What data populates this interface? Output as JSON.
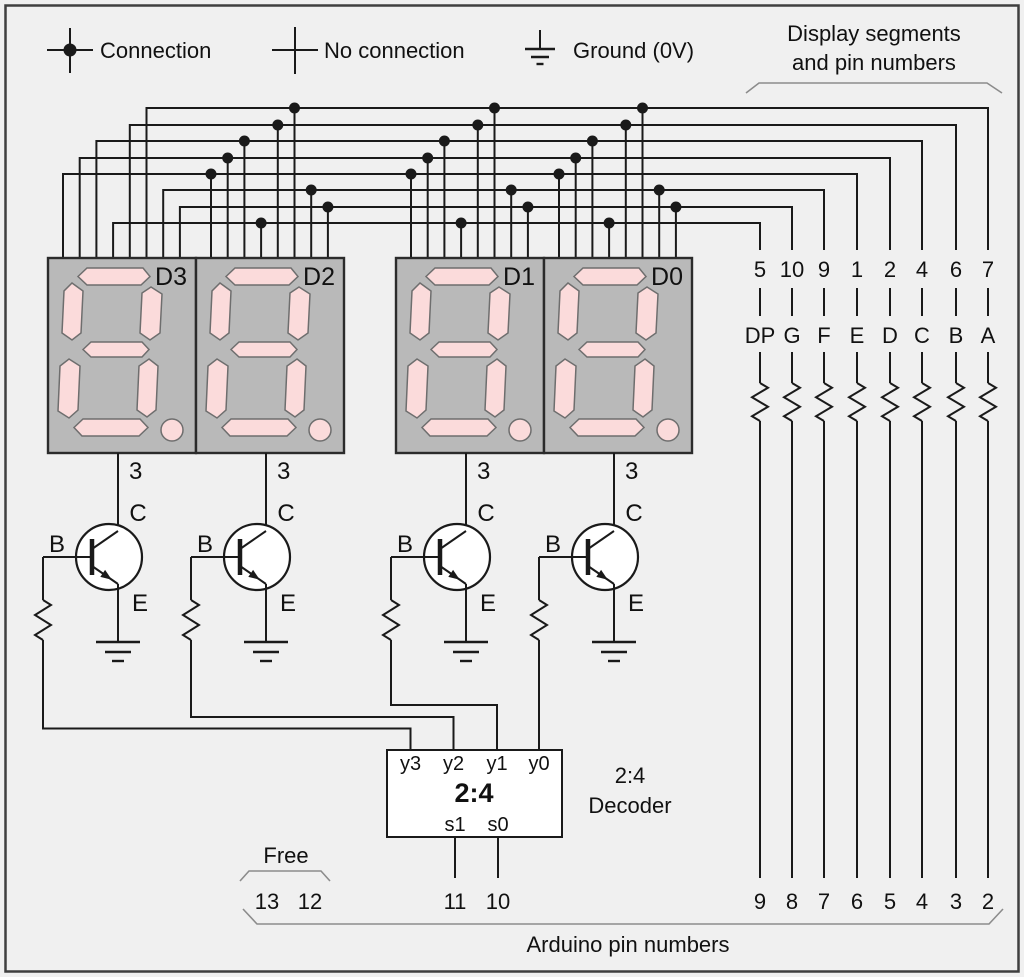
{
  "colors": {
    "background": "#f0f0f0",
    "frame": "#3f3f3f",
    "wire": "#1a1a1a",
    "bracket": "#8c8c8c",
    "display_body": "#b9b9b9",
    "display_border": "#2b2b2b",
    "segment_fill": "#fbdbdb",
    "segment_border": "#6e6e6e",
    "decoder_fill": "#ffffff",
    "transistor_fill": "#ffffff"
  },
  "legend": {
    "connection": "Connection",
    "no_connection": "No connection",
    "ground": "Ground (0V)"
  },
  "top_right_label": {
    "line1": "Display segments",
    "line2": "and pin numbers"
  },
  "displays": {
    "labels": [
      "D3",
      "D2",
      "D1",
      "D0"
    ],
    "common_pin": "3"
  },
  "transistor": {
    "base": "B",
    "collector": "C",
    "emitter": "E"
  },
  "segment_columns": {
    "display_pins": [
      "5",
      "10",
      "9",
      "1",
      "2",
      "4",
      "6",
      "7"
    ],
    "segments": [
      "DP",
      "G",
      "F",
      "E",
      "D",
      "C",
      "B",
      "A"
    ],
    "arduino_pins": [
      "9",
      "8",
      "7",
      "6",
      "5",
      "4",
      "3",
      "2"
    ]
  },
  "decoder": {
    "outputs": [
      "y3",
      "y2",
      "y1",
      "y0"
    ],
    "label": "2:4",
    "selects": [
      "s1",
      "s0"
    ],
    "select_pins": [
      "11",
      "10"
    ],
    "side_label_line1": "2:4",
    "side_label_line2": "Decoder"
  },
  "free_pins": {
    "label": "Free",
    "pins": [
      "13",
      "12"
    ]
  },
  "bottom_label": "Arduino pin numbers"
}
